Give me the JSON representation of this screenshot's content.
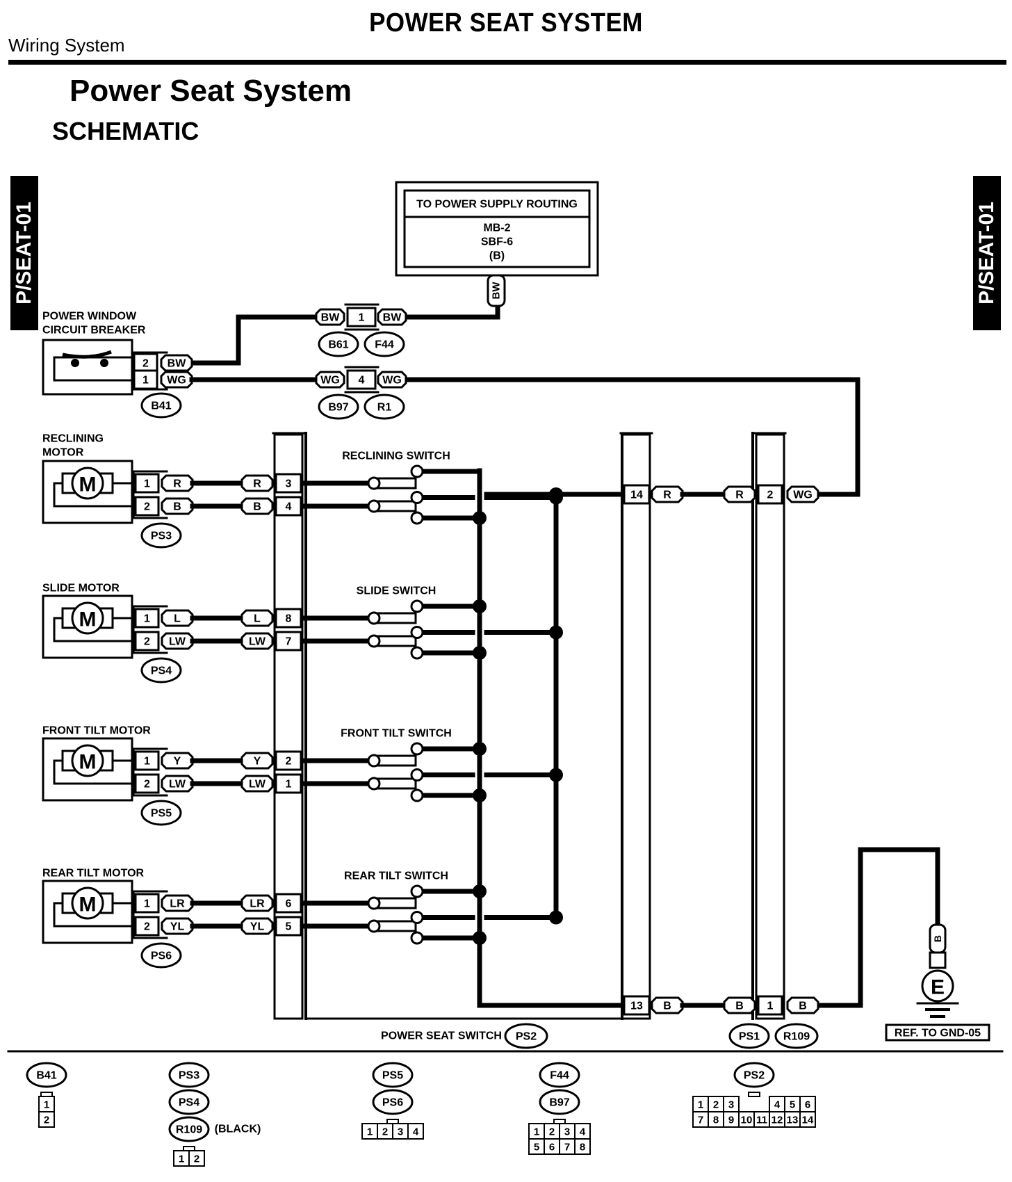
{
  "header": {
    "page_title": "POWER SEAT SYSTEM",
    "section": "Wiring System"
  },
  "title": "Power Seat System",
  "subtitle": "SCHEMATIC",
  "side_tab_left": "P/SEAT-01",
  "side_tab_right": "P/SEAT-01",
  "power_supply": {
    "heading": "TO POWER SUPPLY ROUTING",
    "lines": [
      "MB-2",
      "SBF-6",
      "(B)"
    ],
    "wire": "BW"
  },
  "circuit_breaker": {
    "label_lines": [
      "POWER WINDOW",
      "CIRCUIT BREAKER"
    ],
    "connector": "B41",
    "pins": [
      {
        "pin": "2",
        "wire": "BW"
      },
      {
        "pin": "1",
        "wire": "WG"
      }
    ]
  },
  "junctions": [
    {
      "pin": "1",
      "left_wire": "BW",
      "right_wire": "BW",
      "left_connector": "B61",
      "right_connector": "F44"
    },
    {
      "pin": "4",
      "left_wire": "WG",
      "right_wire": "WG",
      "left_connector": "B97",
      "right_connector": "R1"
    }
  ],
  "motors": [
    {
      "label_lines": [
        "RECLINING",
        "MOTOR"
      ],
      "symbol": "M",
      "connector": "PS3",
      "pins": [
        {
          "pin": "1",
          "wire": "R",
          "switch_pin": "3"
        },
        {
          "pin": "2",
          "wire": "B",
          "switch_pin": "4"
        }
      ],
      "switch_label": "RECLINING SWITCH"
    },
    {
      "label_lines": [
        "SLIDE MOTOR"
      ],
      "symbol": "M",
      "connector": "PS4",
      "pins": [
        {
          "pin": "1",
          "wire": "L",
          "switch_pin": "8"
        },
        {
          "pin": "2",
          "wire": "LW",
          "switch_pin": "7"
        }
      ],
      "switch_label": "SLIDE SWITCH"
    },
    {
      "label_lines": [
        "FRONT TILT MOTOR"
      ],
      "symbol": "M",
      "connector": "PS5",
      "pins": [
        {
          "pin": "1",
          "wire": "Y",
          "switch_pin": "2"
        },
        {
          "pin": "2",
          "wire": "LW",
          "switch_pin": "1"
        }
      ],
      "switch_label": "FRONT TILT SWITCH"
    },
    {
      "label_lines": [
        "REAR TILT MOTOR"
      ],
      "symbol": "M",
      "connector": "PS6",
      "pins": [
        {
          "pin": "1",
          "wire": "LR",
          "switch_pin": "6"
        },
        {
          "pin": "2",
          "wire": "YL",
          "switch_pin": "5"
        }
      ],
      "switch_label": "REAR TILT SWITCH"
    }
  ],
  "power_seat_switch": {
    "label": "POWER SEAT SWITCH",
    "connector": "PS2",
    "out_pins": [
      {
        "pin": "14",
        "wire": "R"
      },
      {
        "pin": "13",
        "wire": "B"
      }
    ]
  },
  "harness_connector": {
    "connectors": [
      "PS1",
      "R109"
    ],
    "pins": [
      {
        "pin": "2",
        "left_wire": "R",
        "right_wire": "WG"
      },
      {
        "pin": "1",
        "left_wire": "B",
        "right_wire": "B"
      }
    ]
  },
  "ground": {
    "wire": "B",
    "symbol": "E",
    "ref": "REF. TO GND-05"
  },
  "connector_views": [
    {
      "codes": [
        "B41"
      ],
      "note": "",
      "rows": [
        [
          "1"
        ],
        [
          "2"
        ]
      ]
    },
    {
      "codes": [
        "PS3",
        "PS4",
        "R109"
      ],
      "note": "(BLACK)",
      "rows": [
        [
          "1",
          "2"
        ]
      ]
    },
    {
      "codes": [
        "PS5",
        "PS6"
      ],
      "note": "",
      "rows": [
        [
          "1",
          "2",
          "3",
          "4"
        ]
      ]
    },
    {
      "codes": [
        "F44",
        "B97"
      ],
      "note": "",
      "rows": [
        [
          "1",
          "2",
          "3",
          "4"
        ],
        [
          "5",
          "6",
          "7",
          "8"
        ]
      ]
    },
    {
      "codes": [
        "PS2"
      ],
      "note": "",
      "rows": [
        [
          "1",
          "2",
          "3",
          "",
          "",
          "4",
          "5",
          "6"
        ],
        [
          "7",
          "8",
          "9",
          "10",
          "11",
          "12",
          "13",
          "14"
        ]
      ]
    }
  ]
}
